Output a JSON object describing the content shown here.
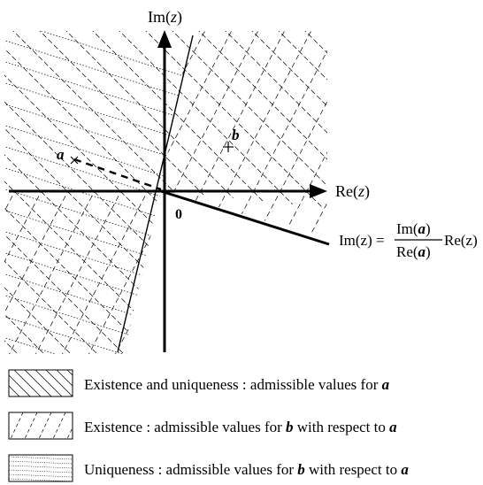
{
  "colors": {
    "ink": "#000000",
    "background": "#ffffff"
  },
  "axes": {
    "imaginary_label": {
      "prefix": "Im(",
      "var": "z",
      "suffix": ")"
    },
    "real_label": {
      "prefix": "Re(",
      "var": "z",
      "suffix": ")"
    },
    "origin_label": "0"
  },
  "points": {
    "a_label": "a",
    "b_label": "b"
  },
  "formula": {
    "lhs": "Im(z) =",
    "numerator_prefix": "Im(",
    "numerator_var": "a",
    "numerator_suffix": ")",
    "denominator_prefix": "Re(",
    "denominator_var": "a",
    "denominator_suffix": ")",
    "rhs": "Re(z)"
  },
  "legend": [
    {
      "pattern": "backslash-hatch",
      "text": "Existence and uniqueness : admissible values for ",
      "var": "a",
      "tail": ""
    },
    {
      "pattern": "slash-dashed",
      "text": "Existence : admissible values for ",
      "var": "b",
      "tail": " with respect to ",
      "var2": "a"
    },
    {
      "pattern": "horizontal-dotted",
      "text": "Uniqueness : admissible values for ",
      "var": "b",
      "tail": " with respect to ",
      "var2": "a"
    }
  ]
}
